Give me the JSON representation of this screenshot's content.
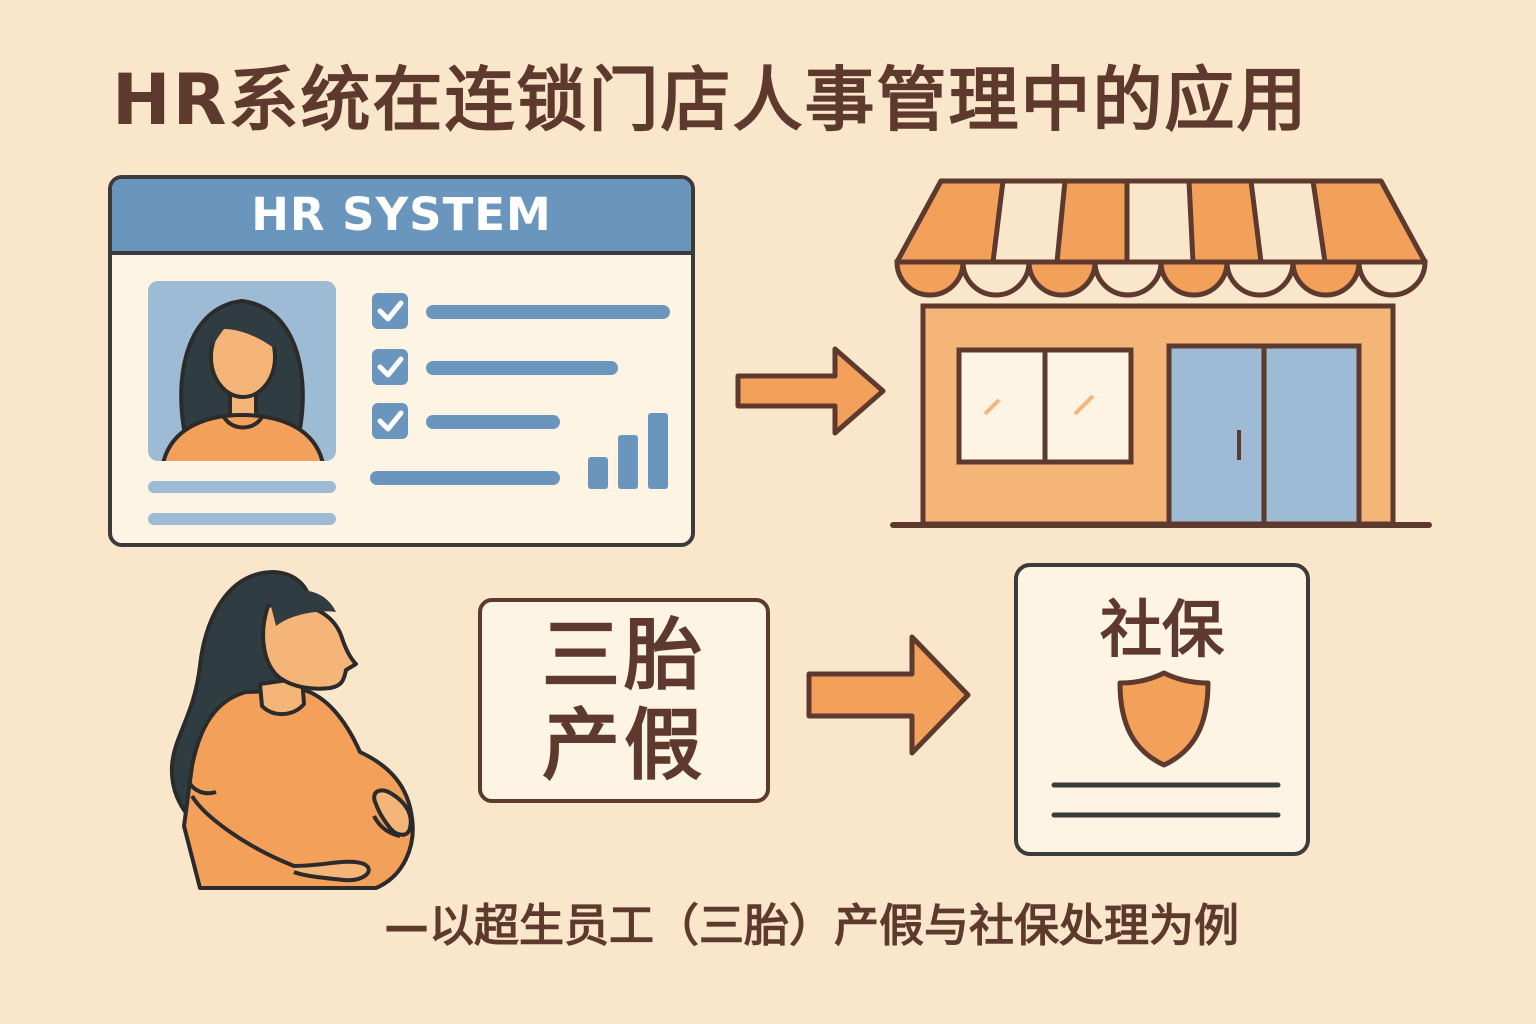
{
  "title": "HR系统在连锁门店人事管理中的应用",
  "hr_card": {
    "header": "HR SYSTEM"
  },
  "leave_box": {
    "line1": "三胎",
    "line2": "产假"
  },
  "social_card": {
    "label": "社保"
  },
  "subtitle": "—以超生员工（三胎）产假与社保处理为例",
  "icons": [
    "employee-avatar-icon",
    "checkbox-icon",
    "bar-chart-icon",
    "store-icon",
    "arrow-right-icon",
    "pregnant-woman-icon",
    "shield-icon"
  ],
  "colors": {
    "background": "#FAE7CB",
    "orange": "#F2A05A",
    "blue": "#6A95BC",
    "brown": "#5E3A2E",
    "outline": "#3B3B3B"
  }
}
